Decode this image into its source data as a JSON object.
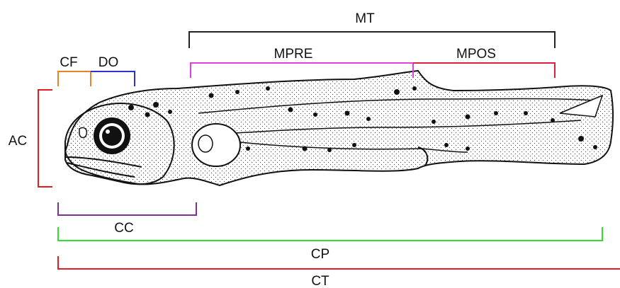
{
  "labels": {
    "mt": "MT",
    "mpre": "MPRE",
    "mpos": "MPOS",
    "cf": "CF",
    "do": "DO",
    "ac": "AC",
    "cc": "CC",
    "cp": "CP",
    "ct": "CT"
  },
  "colors": {
    "mt": "#222222",
    "mpre": "#e040e0",
    "mpos": "#e02040",
    "cf": "#f08020",
    "do": "#3030d0",
    "ac": "#e02020",
    "cc": "#803090",
    "cp": "#30e030",
    "ct": "#e02020",
    "outline": "#111111"
  }
}
